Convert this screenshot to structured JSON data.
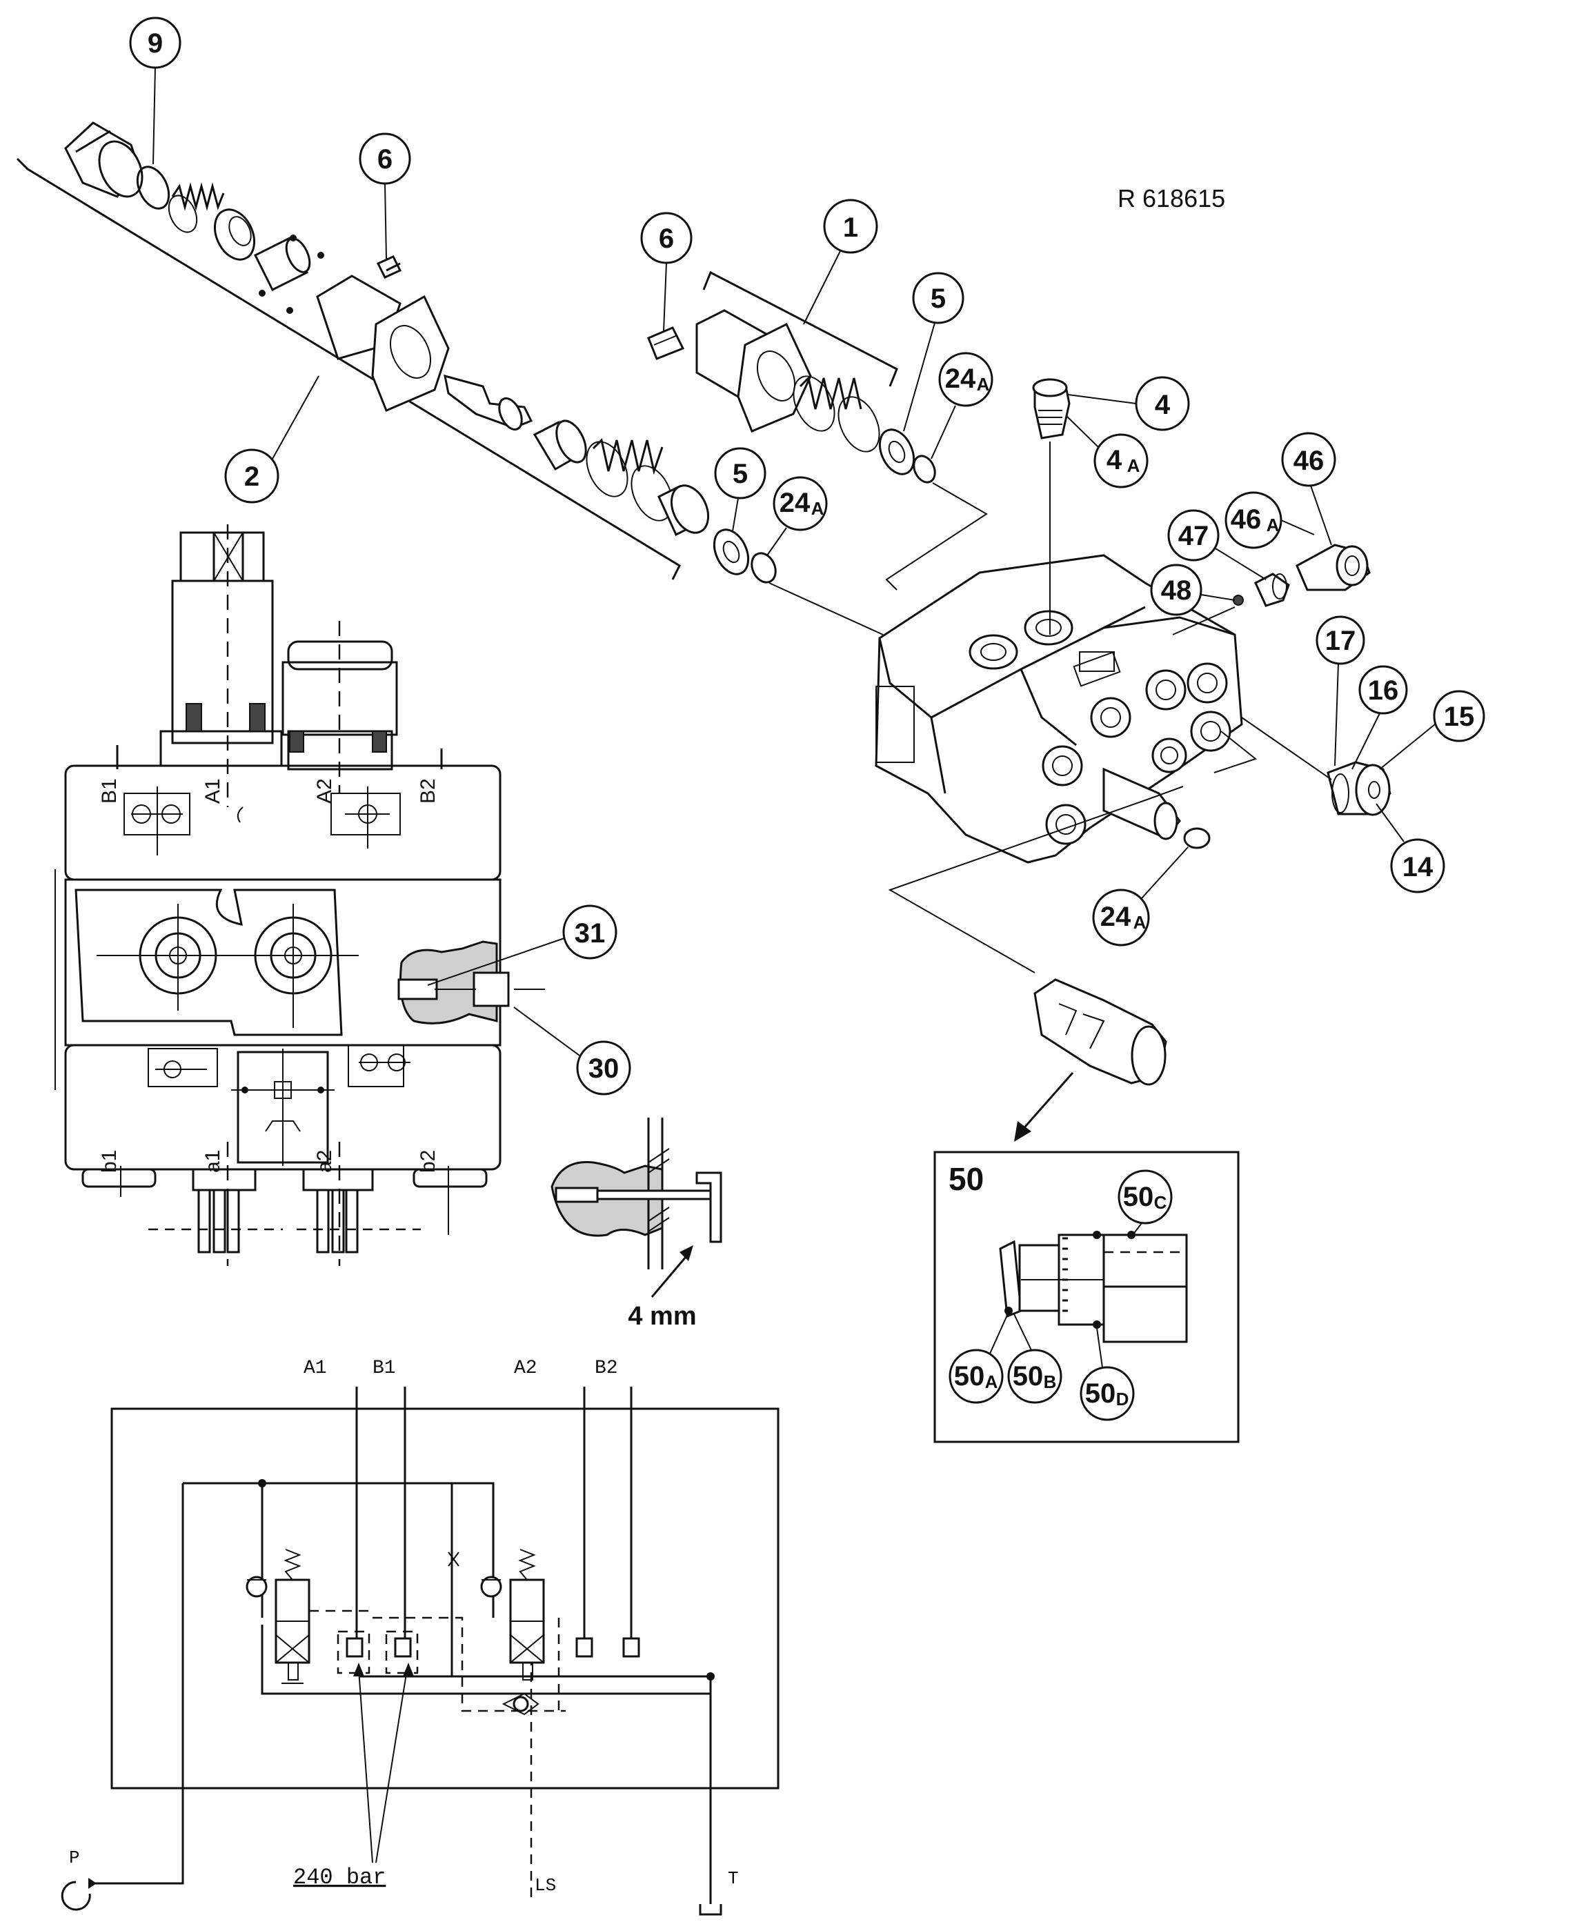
{
  "drawing_ref": "R 618615",
  "callouts": {
    "c9": "9",
    "c6a": "6",
    "c2": "2",
    "c6b": "6",
    "c1": "1",
    "c5a": "5",
    "c24a1_main": "24",
    "c24a1_sub": "A",
    "c4": "4",
    "c4a_main": "4",
    "c4a_sub": "A",
    "c5b": "5",
    "c24a2_main": "24",
    "c24a2_sub": "A",
    "c46": "46",
    "c46a_main": "46",
    "c46a_sub": "A",
    "c47": "47",
    "c48": "48",
    "c17": "17",
    "c16": "16",
    "c15": "15",
    "c14": "14",
    "c24a3_main": "24",
    "c24a3_sub": "A",
    "c31": "31",
    "c30": "30"
  },
  "detail_50": {
    "title": "50",
    "c50c_main": "50",
    "c50c_sub": "C",
    "c50a_main": "50",
    "c50a_sub": "A",
    "c50b_main": "50",
    "c50b_sub": "B",
    "c50d_main": "50",
    "c50d_sub": "D"
  },
  "front_view_ports": {
    "B1": "B1",
    "A1": "A1",
    "A2": "A2",
    "B2": "B2",
    "b1": "b1",
    "a1": "a1",
    "a2": "a2",
    "b2": "b2"
  },
  "section_detail": {
    "dimension": "4 mm"
  },
  "schematic": {
    "ports_top": [
      "A1",
      "B1",
      "A2",
      "B2"
    ],
    "relief_label": "240 bar",
    "port_p": "P",
    "port_ls": "LS",
    "port_t": "T"
  }
}
